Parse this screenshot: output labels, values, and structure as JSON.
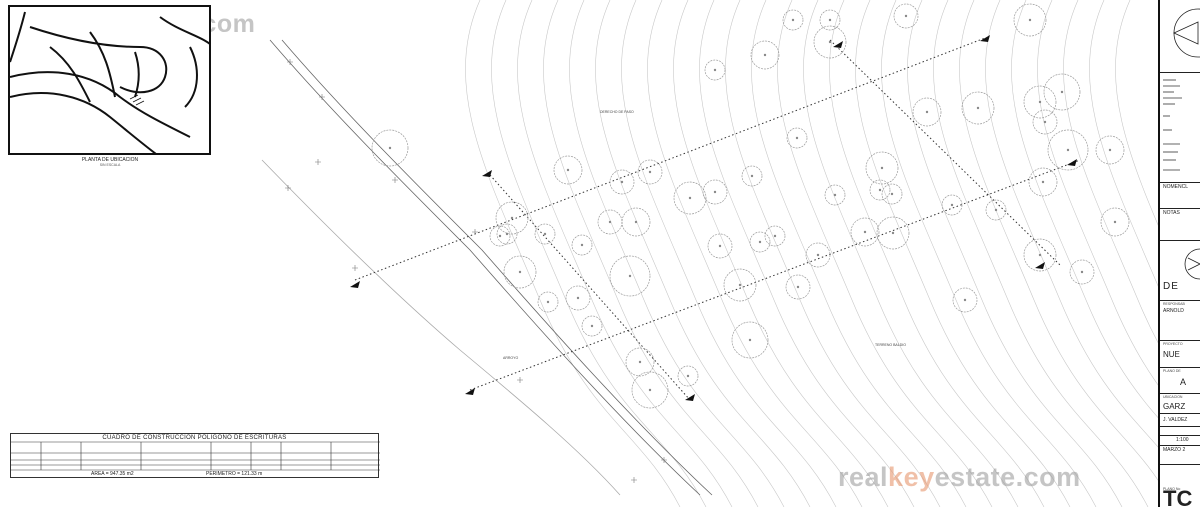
{
  "watermark": {
    "pre": "real",
    "key": "key",
    "post": "estate.com"
  },
  "inset": {
    "title": "PLANTA DE UBICACION",
    "subtitle": "SIN ESCALA"
  },
  "construction_table": {
    "title": "CUADRO DE CONSTRUCCION POLIGONO DE ESCRITURAS",
    "area": "AREA = 947.35 m2",
    "perimeter": "PERIMETRO = 121.33 m"
  },
  "plan_labels": {
    "label_1": "DERECHO DE PASO",
    "label_2": "TERRENO BALDIO",
    "label_3": "ARROYO"
  },
  "title_block": {
    "notes": "NOTAS",
    "nomenclature": "NOMENCL",
    "de": "DE",
    "responsible": "RESPONSAB",
    "name": "ARNOLD",
    "project": "PROYECTO",
    "project_value": "NUE",
    "plan_of": "PLANO DE",
    "plan_value": "A",
    "location": "UBICACION",
    "location_value": "GARZ",
    "drawn": "J. VALDEZ",
    "scale": "1:100",
    "date": "MARZO 2",
    "sheet": "PLANO No",
    "sheet_value": "TC"
  }
}
